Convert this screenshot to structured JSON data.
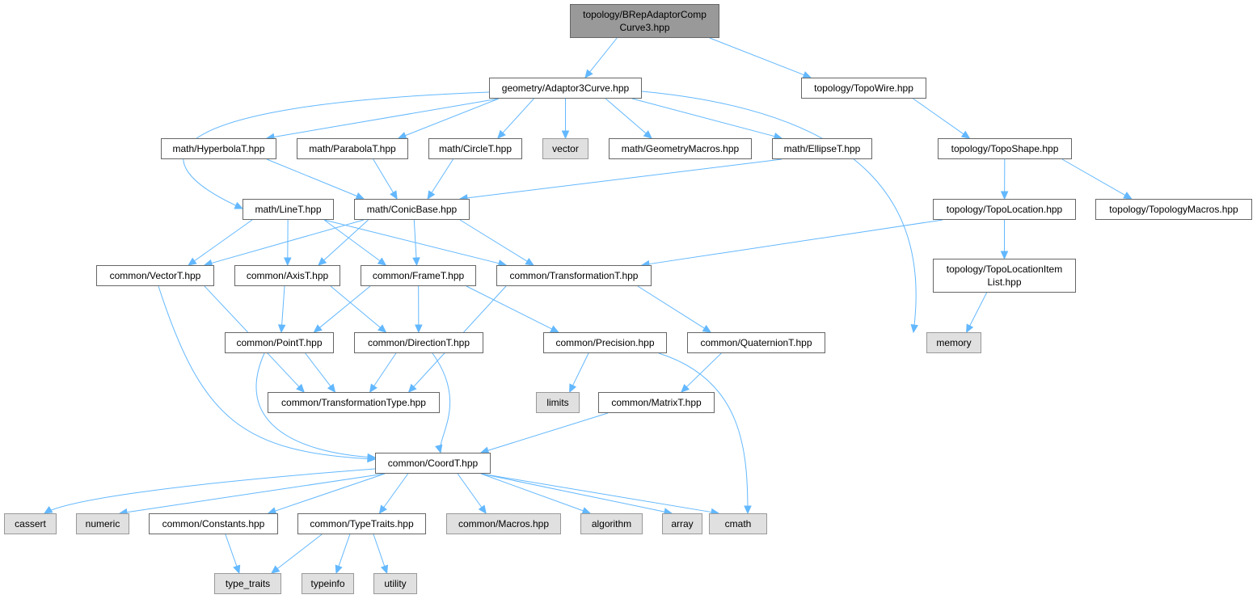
{
  "graph": {
    "title": "Include dependency graph",
    "nodes": [
      {
        "id": "root",
        "label": "topology/BRepAdaptorComp\nCurve3.hpp",
        "kind": "root"
      },
      {
        "id": "adaptor",
        "label": "geometry/Adaptor3Curve.hpp",
        "kind": "file"
      },
      {
        "id": "topowire",
        "label": "topology/TopoWire.hpp",
        "kind": "file"
      },
      {
        "id": "hyperbola",
        "label": "math/HyperbolaT.hpp",
        "kind": "file"
      },
      {
        "id": "parabola",
        "label": "math/ParabolaT.hpp",
        "kind": "file"
      },
      {
        "id": "circle",
        "label": "math/CircleT.hpp",
        "kind": "file"
      },
      {
        "id": "vector",
        "label": "vector",
        "kind": "system"
      },
      {
        "id": "geommacros",
        "label": "math/GeometryMacros.hpp",
        "kind": "file"
      },
      {
        "id": "ellipse",
        "label": "math/EllipseT.hpp",
        "kind": "file"
      },
      {
        "id": "toposhape",
        "label": "topology/TopoShape.hpp",
        "kind": "file"
      },
      {
        "id": "linet",
        "label": "math/LineT.hpp",
        "kind": "file"
      },
      {
        "id": "conicbase",
        "label": "math/ConicBase.hpp",
        "kind": "file"
      },
      {
        "id": "topolocation",
        "label": "topology/TopoLocation.hpp",
        "kind": "file"
      },
      {
        "id": "topomacros",
        "label": "topology/TopologyMacros.hpp",
        "kind": "file"
      },
      {
        "id": "vectort",
        "label": "common/VectorT.hpp",
        "kind": "file"
      },
      {
        "id": "axist",
        "label": "common/AxisT.hpp",
        "kind": "file"
      },
      {
        "id": "framet",
        "label": "common/FrameT.hpp",
        "kind": "file"
      },
      {
        "id": "transft",
        "label": "common/TransformationT.hpp",
        "kind": "file"
      },
      {
        "id": "locitemlist",
        "label": "topology/TopoLocationItem\nList.hpp",
        "kind": "file"
      },
      {
        "id": "pointt",
        "label": "common/PointT.hpp",
        "kind": "file"
      },
      {
        "id": "directiont",
        "label": "common/DirectionT.hpp",
        "kind": "file"
      },
      {
        "id": "precision",
        "label": "common/Precision.hpp",
        "kind": "file"
      },
      {
        "id": "quaterniont",
        "label": "common/QuaternionT.hpp",
        "kind": "file"
      },
      {
        "id": "memory",
        "label": "memory",
        "kind": "system"
      },
      {
        "id": "transftype",
        "label": "common/TransformationType.hpp",
        "kind": "file"
      },
      {
        "id": "limits",
        "label": "limits",
        "kind": "system"
      },
      {
        "id": "matrixt",
        "label": "common/MatrixT.hpp",
        "kind": "file"
      },
      {
        "id": "coordt",
        "label": "common/CoordT.hpp",
        "kind": "file"
      },
      {
        "id": "cassert",
        "label": "cassert",
        "kind": "system"
      },
      {
        "id": "numeric",
        "label": "numeric",
        "kind": "system"
      },
      {
        "id": "constants",
        "label": "common/Constants.hpp",
        "kind": "file"
      },
      {
        "id": "typetraits",
        "label": "common/TypeTraits.hpp",
        "kind": "file"
      },
      {
        "id": "macros",
        "label": "common/Macros.hpp",
        "kind": "system"
      },
      {
        "id": "algorithm",
        "label": "algorithm",
        "kind": "system"
      },
      {
        "id": "array",
        "label": "array",
        "kind": "system"
      },
      {
        "id": "cmath",
        "label": "cmath",
        "kind": "system"
      },
      {
        "id": "type_traits",
        "label": "type_traits",
        "kind": "system"
      },
      {
        "id": "typeinfo",
        "label": "typeinfo",
        "kind": "system"
      },
      {
        "id": "utility",
        "label": "utility",
        "kind": "system"
      }
    ],
    "edges": [
      [
        "root",
        "adaptor"
      ],
      [
        "root",
        "topowire"
      ],
      [
        "adaptor",
        "hyperbola"
      ],
      [
        "adaptor",
        "parabola"
      ],
      [
        "adaptor",
        "circle"
      ],
      [
        "adaptor",
        "vector"
      ],
      [
        "adaptor",
        "geommacros"
      ],
      [
        "adaptor",
        "ellipse"
      ],
      [
        "adaptor",
        "linet"
      ],
      [
        "adaptor",
        "memory"
      ],
      [
        "topowire",
        "toposhape"
      ],
      [
        "hyperbola",
        "conicbase"
      ],
      [
        "parabola",
        "conicbase"
      ],
      [
        "circle",
        "conicbase"
      ],
      [
        "ellipse",
        "conicbase"
      ],
      [
        "toposhape",
        "topolocation"
      ],
      [
        "toposhape",
        "topomacros"
      ],
      [
        "linet",
        "vectort"
      ],
      [
        "linet",
        "axist"
      ],
      [
        "linet",
        "framet"
      ],
      [
        "linet",
        "transft"
      ],
      [
        "conicbase",
        "vectort"
      ],
      [
        "conicbase",
        "axist"
      ],
      [
        "conicbase",
        "framet"
      ],
      [
        "conicbase",
        "transft"
      ],
      [
        "topolocation",
        "transft"
      ],
      [
        "topolocation",
        "locitemlist"
      ],
      [
        "locitemlist",
        "memory"
      ],
      [
        "vectort",
        "transftype"
      ],
      [
        "vectort",
        "coordt"
      ],
      [
        "axist",
        "pointt"
      ],
      [
        "axist",
        "directiont"
      ],
      [
        "framet",
        "pointt"
      ],
      [
        "framet",
        "directiont"
      ],
      [
        "framet",
        "precision"
      ],
      [
        "transft",
        "transftype"
      ],
      [
        "transft",
        "quaterniont"
      ],
      [
        "pointt",
        "transftype"
      ],
      [
        "pointt",
        "coordt"
      ],
      [
        "directiont",
        "transftype"
      ],
      [
        "directiont",
        "coordt"
      ],
      [
        "precision",
        "limits"
      ],
      [
        "precision",
        "cmath"
      ],
      [
        "quaterniont",
        "matrixt"
      ],
      [
        "matrixt",
        "coordt"
      ],
      [
        "coordt",
        "cassert"
      ],
      [
        "coordt",
        "numeric"
      ],
      [
        "coordt",
        "constants"
      ],
      [
        "coordt",
        "typetraits"
      ],
      [
        "coordt",
        "macros"
      ],
      [
        "coordt",
        "algorithm"
      ],
      [
        "coordt",
        "array"
      ],
      [
        "coordt",
        "cmath"
      ],
      [
        "constants",
        "type_traits"
      ],
      [
        "typetraits",
        "type_traits"
      ],
      [
        "typetraits",
        "typeinfo"
      ],
      [
        "typetraits",
        "utility"
      ]
    ],
    "colors": {
      "edge": "#63b8ff",
      "border": "#666666",
      "root_fill": "#999999",
      "system_fill": "#e0e0e0"
    }
  }
}
